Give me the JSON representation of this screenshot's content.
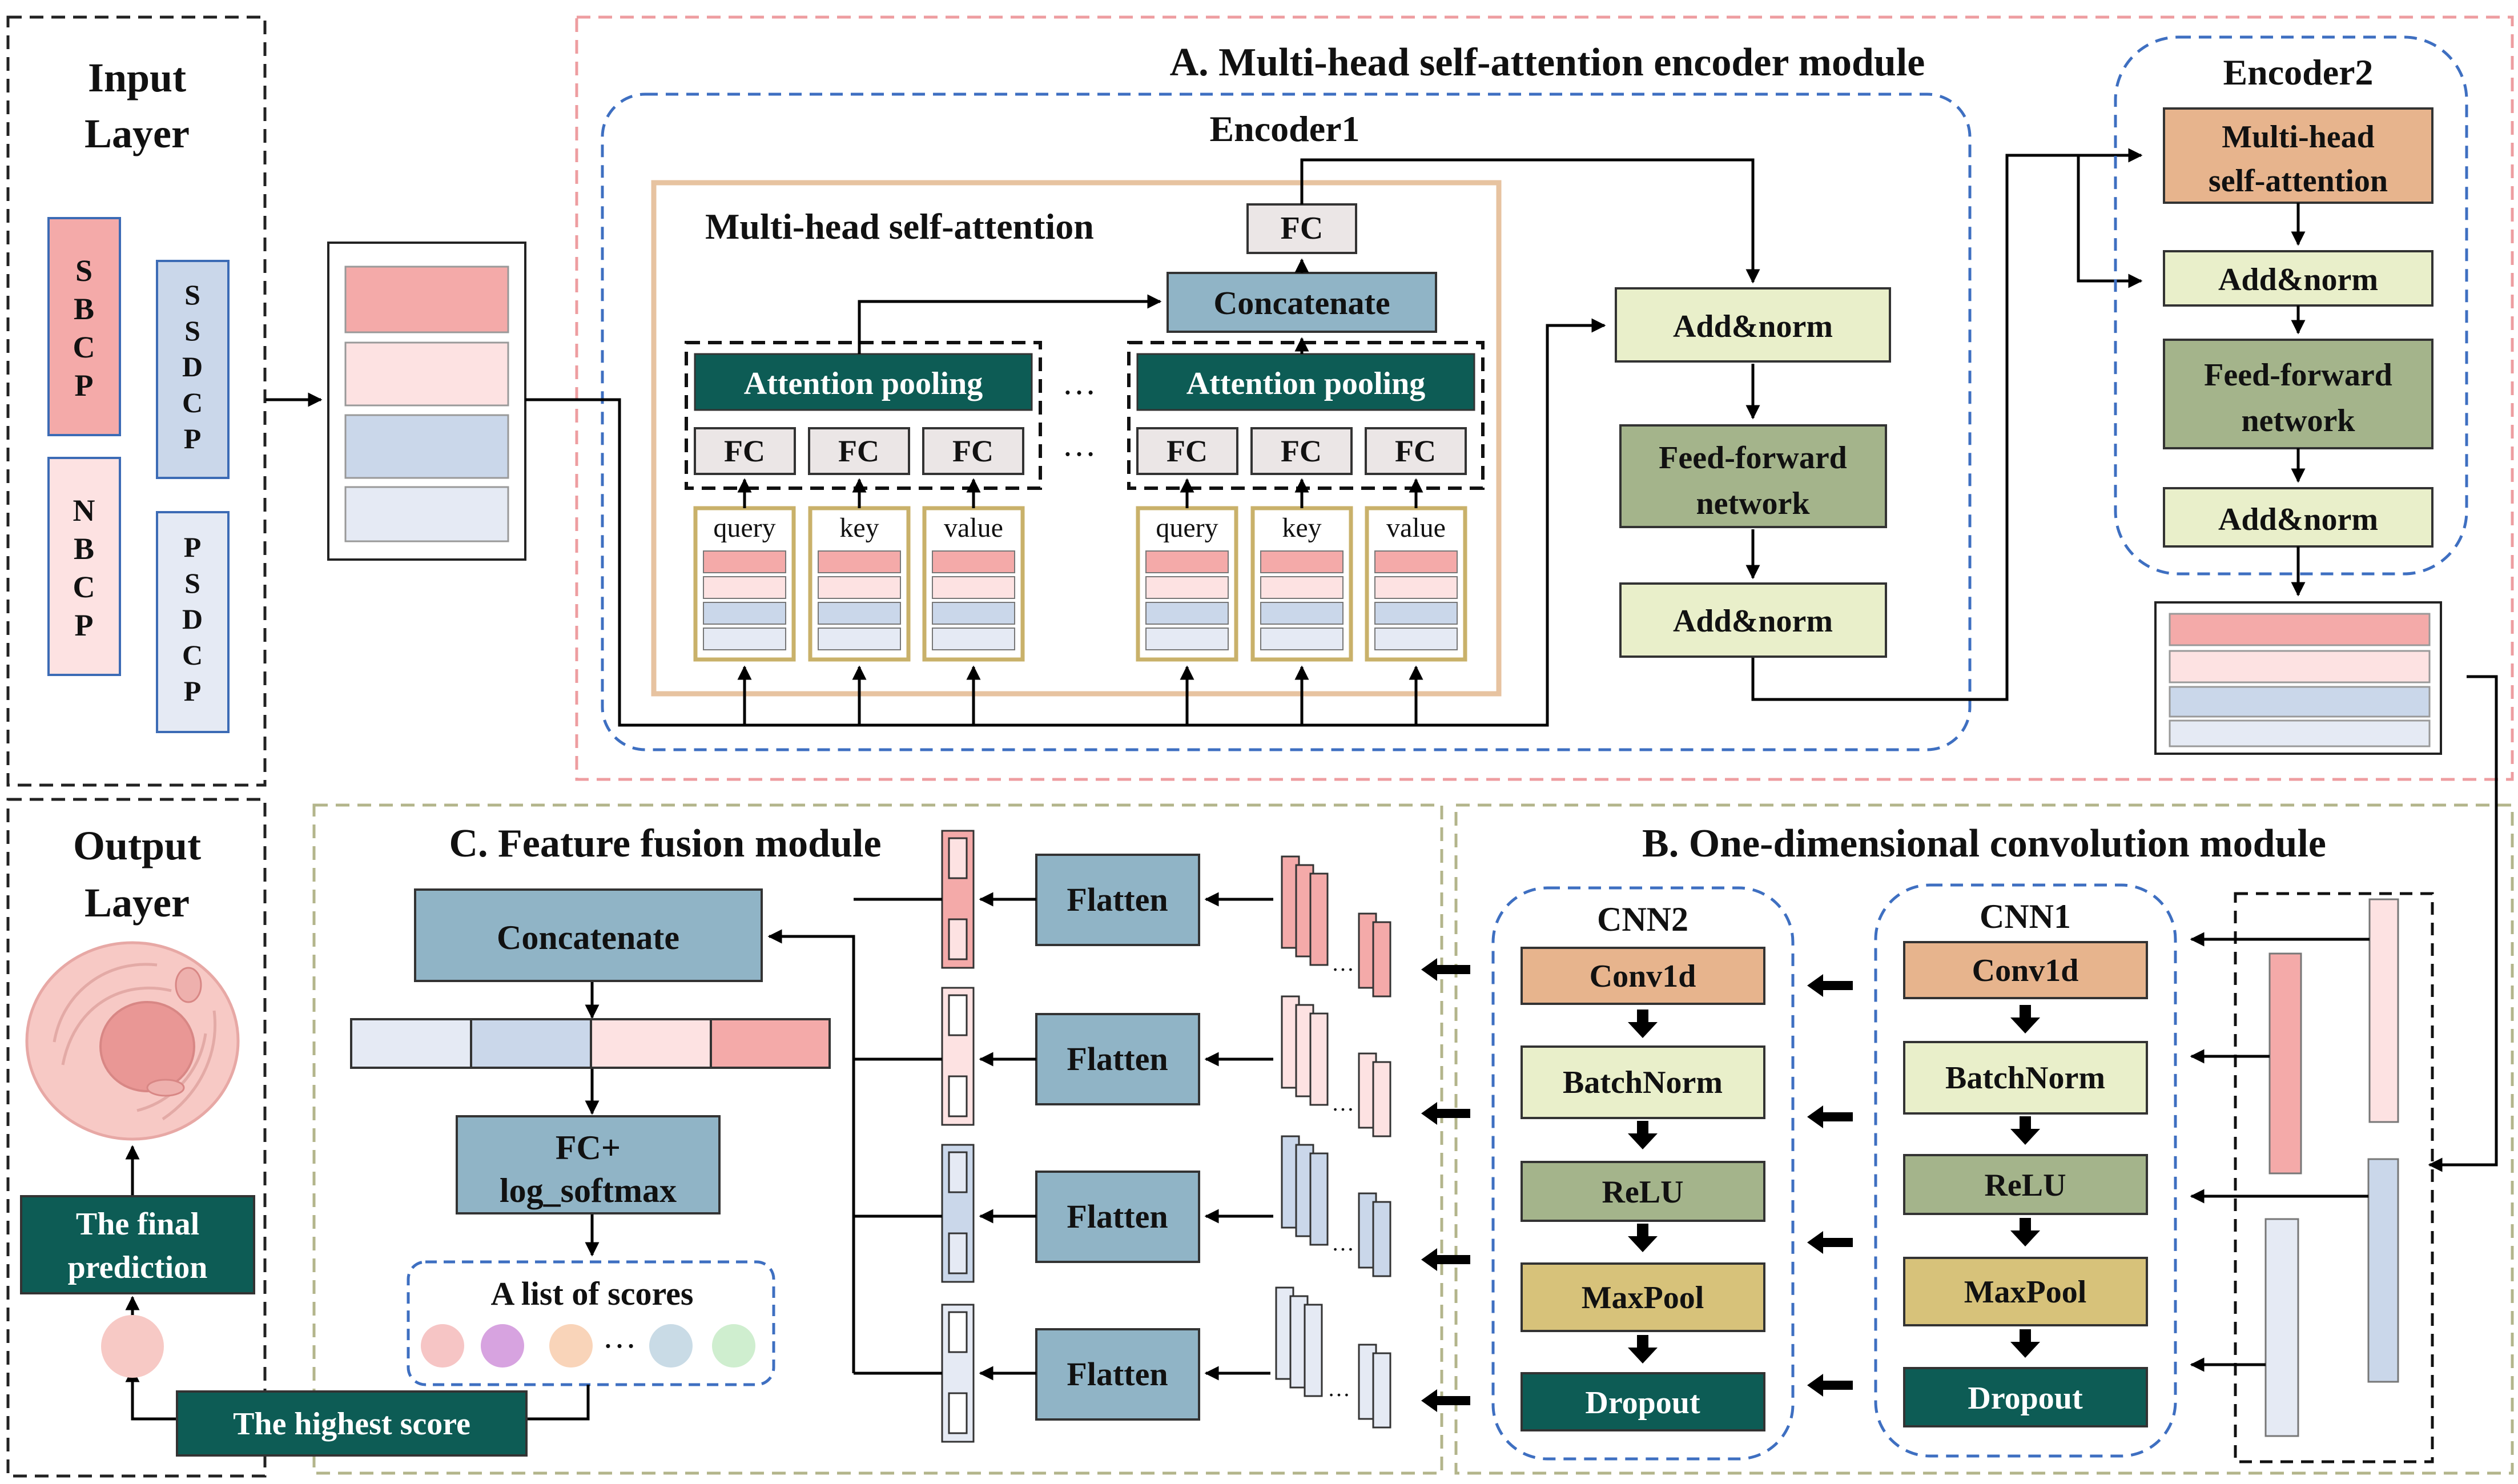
{
  "colors": {
    "pink": "#f4aaa9",
    "light_pink": "#fde2e2",
    "blue": "#cad7ea",
    "light_blue": "#e5eaf4",
    "teal": "#0d5c55",
    "steel": "#90b4c6",
    "olive": "#a4b48b",
    "lime": "#e9efca",
    "orange": "#e7b48d",
    "khaki": "#d7c27a",
    "gray": "#ebe6e6",
    "pink_border": "#ee9da0",
    "blue_border": "#3e6fc1",
    "olive_border": "#b3b58b",
    "tan_border": "#e7c3a0"
  },
  "input_layer": {
    "title_line1": "Input",
    "title_line2": "Layer",
    "features": [
      {
        "name": "SBCP",
        "letters": [
          "S",
          "B",
          "C",
          "P"
        ]
      },
      {
        "name": "NBCP",
        "letters": [
          "N",
          "B",
          "C",
          "P"
        ]
      },
      {
        "name": "SSDCP",
        "letters": [
          "S",
          "S",
          "D",
          "C",
          "P"
        ]
      },
      {
        "name": "PSDCP",
        "letters": [
          "P",
          "S",
          "D",
          "C",
          "P"
        ]
      }
    ]
  },
  "module_a": {
    "title": "A. Multi-head self-attention encoder module",
    "encoder1": {
      "title": "Encoder1",
      "mhsa_title": "Multi-head self-attention",
      "fc_top": "FC",
      "concatenate": "Concatenate",
      "attention_pooling": "Attention pooling",
      "fc": "FC",
      "query": "query",
      "key": "key",
      "value": "value",
      "dots": "…",
      "add_norm": "Add&norm",
      "ffn_line1": "Feed-forward",
      "ffn_line2": "network"
    },
    "encoder2": {
      "title": "Encoder2",
      "mhsa_line1": "Multi-head",
      "mhsa_line2": "self-attention",
      "add_norm": "Add&norm",
      "ffn_line1": "Feed-forward",
      "ffn_line2": "network"
    }
  },
  "module_b": {
    "title": "B. One-dimensional convolution module",
    "cnn1": {
      "title": "CNN1",
      "layers": [
        "Conv1d",
        "BatchNorm",
        "ReLU",
        "MaxPool",
        "Dropout"
      ]
    },
    "cnn2": {
      "title": "CNN2",
      "layers": [
        "Conv1d",
        "BatchNorm",
        "ReLU",
        "MaxPool",
        "Dropout"
      ]
    }
  },
  "module_c": {
    "title": "C. Feature fusion module",
    "concatenate": "Concatenate",
    "flatten": "Flatten",
    "fc_line1": "FC+",
    "fc_line2": "log_softmax",
    "scores_title": "A list of scores",
    "dots": "…"
  },
  "output_layer": {
    "title_line1": "Output",
    "title_line2": "Layer",
    "final_line1": "The final",
    "final_line2": "prediction",
    "highest_score": "The highest score"
  }
}
